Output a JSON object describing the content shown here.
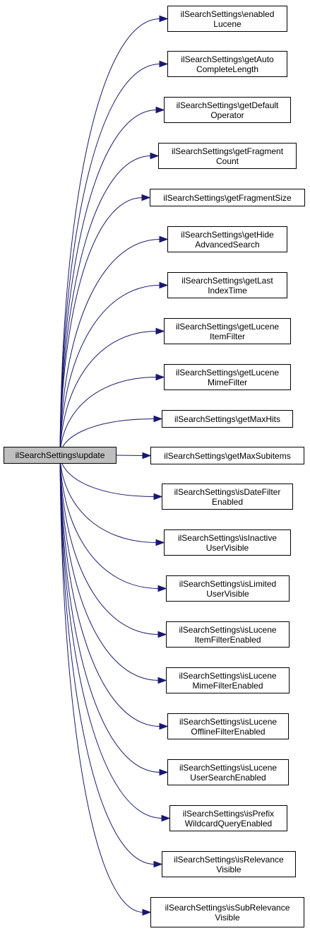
{
  "colors": {
    "edge": "#191970",
    "root_fill": "#bfbfbf",
    "node_fill": "#ffffff",
    "border": "#000000"
  },
  "root": {
    "label": "ilSearchSettings\\update"
  },
  "callees": [
    {
      "line1": "ilSearchSettings\\enabled",
      "line2": "Lucene"
    },
    {
      "line1": "ilSearchSettings\\getAuto",
      "line2": "CompleteLength"
    },
    {
      "line1": "ilSearchSettings\\getDefault",
      "line2": "Operator"
    },
    {
      "line1": "ilSearchSettings\\getFragment",
      "line2": "Count"
    },
    {
      "line1": "ilSearchSettings\\getFragmentSize",
      "line2": ""
    },
    {
      "line1": "ilSearchSettings\\getHide",
      "line2": "AdvancedSearch"
    },
    {
      "line1": "ilSearchSettings\\getLast",
      "line2": "IndexTime"
    },
    {
      "line1": "ilSearchSettings\\getLucene",
      "line2": "ItemFilter"
    },
    {
      "line1": "ilSearchSettings\\getLucene",
      "line2": "MimeFilter"
    },
    {
      "line1": "ilSearchSettings\\getMaxHits",
      "line2": ""
    },
    {
      "line1": "ilSearchSettings\\getMaxSubitems",
      "line2": ""
    },
    {
      "line1": "ilSearchSettings\\isDateFilter",
      "line2": "Enabled"
    },
    {
      "line1": "ilSearchSettings\\isInactive",
      "line2": "UserVisible"
    },
    {
      "line1": "ilSearchSettings\\isLimited",
      "line2": "UserVisible"
    },
    {
      "line1": "ilSearchSettings\\isLucene",
      "line2": "ItemFilterEnabled"
    },
    {
      "line1": "ilSearchSettings\\isLucene",
      "line2": "MimeFilterEnabled"
    },
    {
      "line1": "ilSearchSettings\\isLucene",
      "line2": "OfflineFilterEnabled"
    },
    {
      "line1": "ilSearchSettings\\isLucene",
      "line2": "UserSearchEnabled"
    },
    {
      "line1": "ilSearchSettings\\isPrefix",
      "line2": "WildcardQueryEnabled"
    },
    {
      "line1": "ilSearchSettings\\isRelevance",
      "line2": "Visible"
    },
    {
      "line1": "ilSearchSettings\\isSubRelevance",
      "line2": "Visible"
    }
  ]
}
